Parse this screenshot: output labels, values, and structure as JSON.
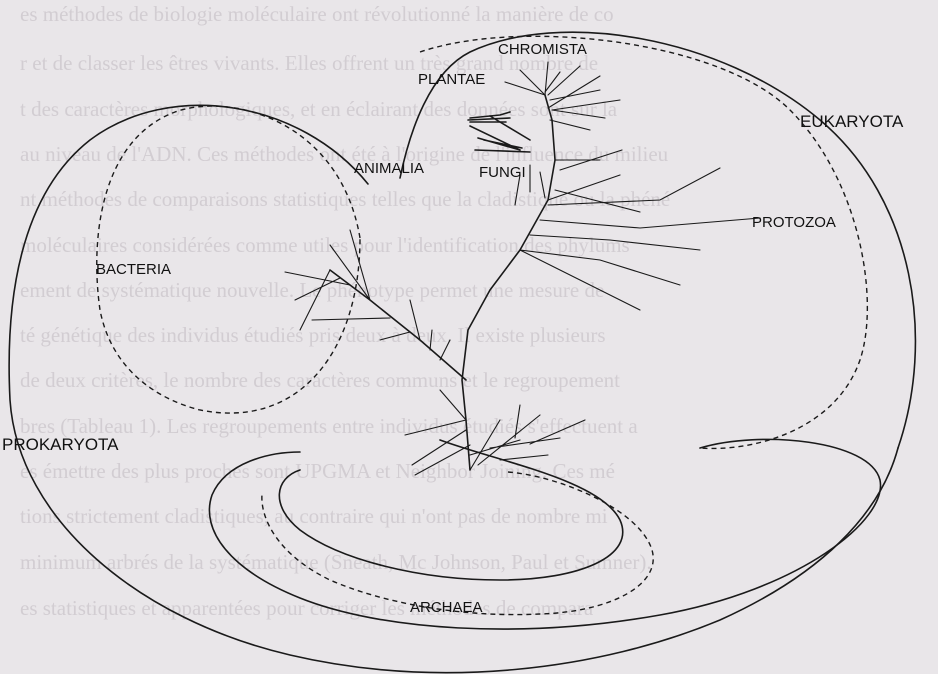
{
  "labels": {
    "chromista": "CHROMISTA",
    "plantae": "PLANTAE",
    "eukaryota": "EUKARYOTA",
    "animalia": "ANIMALIA",
    "fungi": "FUNGI",
    "protozoa": "PROTOZOA",
    "bacteria": "BACTERIA",
    "prokaryota": "PROKARYOTA",
    "archaea": "ARCHAEA"
  },
  "background_text": [
    "es méthodes de biologie moléculaire ont révolutionné la manière de co",
    "r et de classer les êtres vivants. Elles offrent un très grand nombre de",
    "t des caractères morphologiques, et en éclairant des données sont sur la",
    "au niveau de l'ADN. Ces méthodes ont été à l'origine de l'influence du milieu",
    "nt méthodes de comparaisons statistiques telles que la cladistique ou la phéné",
    "moléculaires considérées comme utiles pour l'identification des phylums",
    "ement de systématique nouvelle. Le phénotype permet une mesure de",
    "té génétique des individus étudiés pris deux à deux. Il existe plusieurs",
    "de deux critères, le nombre des caractères communs et le regroupement",
    "bres (Tableau 1). Les regroupements entre individus étudiés s'effectuent a",
    "es émettre des plus proches sont UPGMA et Neighbor Joining. Ces mé",
    "tions strictement cladistiques, au contraire qui n'ont pas de nombre mi",
    "minimum arbrés de la systématique (Sneath, Mc Johnson, Paul et Sumner).",
    "es statistiques et apparentées pour corriger les méthodes de compara"
  ]
}
